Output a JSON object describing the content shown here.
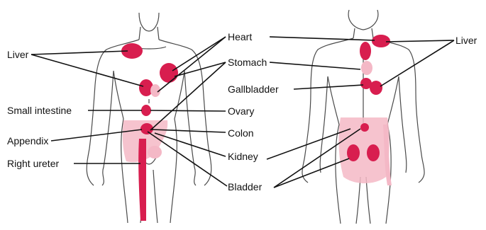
{
  "colors": {
    "outline": "#4a4a4a",
    "pain_strong": "#d81e4f",
    "pain_light": "#f4b8c6",
    "leader": "#111111"
  },
  "labels": {
    "liver_left": "Liver",
    "small_intestine": "Small intestine",
    "appendix": "Appendix",
    "right_ureter": "Right ureter",
    "heart": "Heart",
    "stomach": "Stomach",
    "gallbladder": "Gallbladder",
    "ovary": "Ovary",
    "colon": "Colon",
    "kidney": "Kidney",
    "bladder": "Bladder",
    "liver_right": "Liver"
  }
}
